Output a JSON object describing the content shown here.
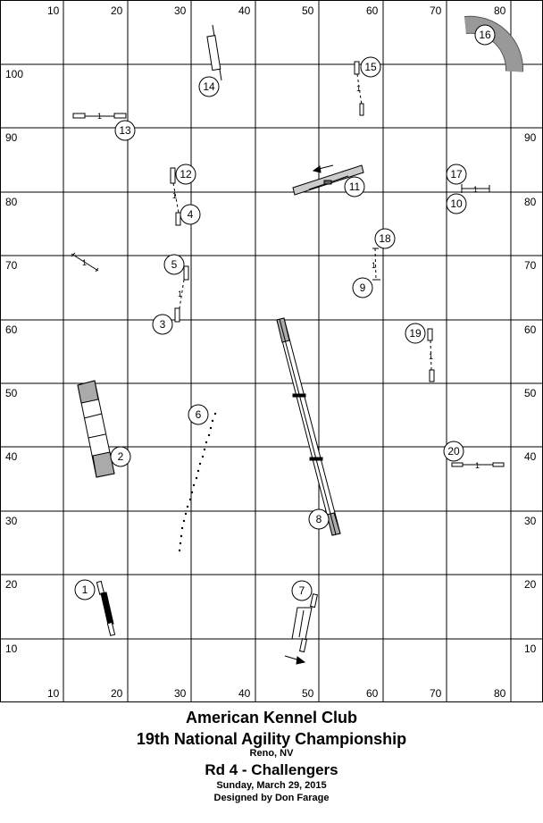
{
  "axis_labels": {
    "top": [
      "10",
      "20",
      "30",
      "40",
      "50",
      "60",
      "70",
      "80"
    ],
    "bottom": [
      "10",
      "20",
      "30",
      "40",
      "50",
      "60",
      "70",
      "80"
    ],
    "left": [
      "100",
      "90",
      "80",
      "70",
      "60",
      "50",
      "40",
      "30",
      "20",
      "10"
    ],
    "right": [
      "90",
      "80",
      "70",
      "60",
      "50",
      "40",
      "30",
      "20",
      "10"
    ]
  },
  "obstacles": {
    "1": "1",
    "2": "2",
    "3": "3",
    "4": "4",
    "5": "5",
    "6": "6",
    "7": "7",
    "8": "8",
    "9": "9",
    "10": "10",
    "11": "11",
    "12": "12",
    "13": "13",
    "14": "14",
    "15": "15",
    "16": "16",
    "17": "17",
    "18": "18",
    "19": "19",
    "20": "20"
  },
  "footer": {
    "club": "American Kennel Club",
    "event": "19th National Agility Championship",
    "location": "Reno, NV",
    "round": "Rd 4 - Challengers",
    "date": "Sunday, March 29, 2015",
    "designer": "Designed by Don Farage"
  }
}
